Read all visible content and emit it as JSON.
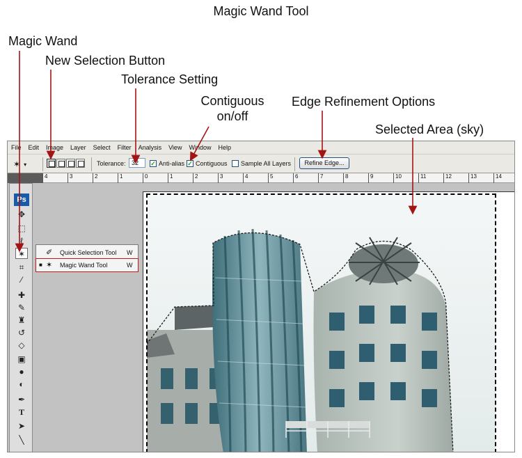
{
  "title": "Magic Wand Tool",
  "callouts": {
    "magic_wand": "Magic Wand",
    "new_selection": "New Selection Button",
    "tolerance": "Tolerance Setting",
    "contiguous_line1": "Contiguous",
    "contiguous_line2": "on/off",
    "edge_refinement": "Edge Refinement Options",
    "selected_area": "Selected Area (sky)"
  },
  "menu": [
    "File",
    "Edit",
    "Image",
    "Layer",
    "Select",
    "Filter",
    "Analysis",
    "View",
    "Window",
    "Help"
  ],
  "options_bar": {
    "tolerance_label": "Tolerance:",
    "tolerance_value": "32",
    "anti_alias_label": "Anti-alias",
    "anti_alias_checked": true,
    "contiguous_label": "Contiguous",
    "contiguous_checked": true,
    "sample_all_label": "Sample All Layers",
    "sample_all_checked": false,
    "refine_edge_label": "Refine Edge..."
  },
  "ruler_ticks": [
    "4",
    "3",
    "2",
    "1",
    "0",
    "1",
    "2",
    "3",
    "4",
    "5",
    "6",
    "7",
    "8",
    "9",
    "10",
    "11",
    "12",
    "13",
    "14"
  ],
  "toolbox": {
    "logo": "Ps"
  },
  "flyout": [
    {
      "label": "Quick Selection Tool",
      "key": "W",
      "selected": false
    },
    {
      "label": "Magic Wand Tool",
      "key": "W",
      "selected": true
    }
  ],
  "colors": {
    "arrow": "#a31414",
    "ps_logo": "#1b5aa6",
    "building_stone": "#b9c3bd",
    "glass": "#6f9aa5",
    "window_frame": "#2e5e6f"
  },
  "icons": {
    "tool_preset": "magic-wand-icon",
    "quick_selection": "quick-selection-icon",
    "magic_wand": "magic-wand-icon"
  }
}
